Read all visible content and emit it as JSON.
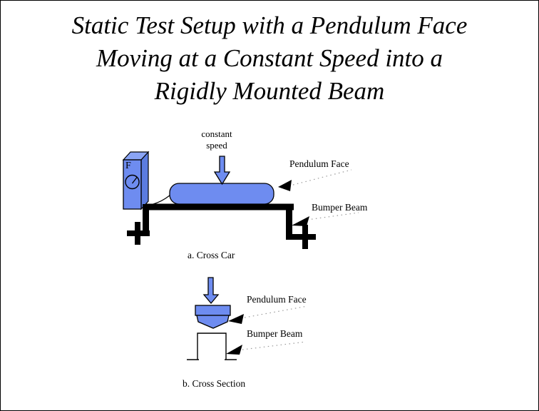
{
  "slide": {
    "title_lines": [
      "Static Test Setup with a Pendulum Face",
      "Moving at a Constant Speed into a",
      "Rigidly Mounted Beam"
    ]
  },
  "diagram_a": {
    "speed_label": "constant\nspeed",
    "gauge_label": "F",
    "pendulum_face_label": "Pendulum Face",
    "bumper_beam_label": "Bumper Beam",
    "caption": "a. Cross Car"
  },
  "diagram_b": {
    "pendulum_face_label": "Pendulum Face",
    "bumper_beam_label": "Bumper Beam",
    "caption": "b. Cross Section"
  },
  "colors": {
    "shape_fill": "#6e8cf0",
    "shape_fill_light": "#8aa4f4",
    "shape_fill_dark": "#5b7ce0",
    "outline": "#000000"
  }
}
